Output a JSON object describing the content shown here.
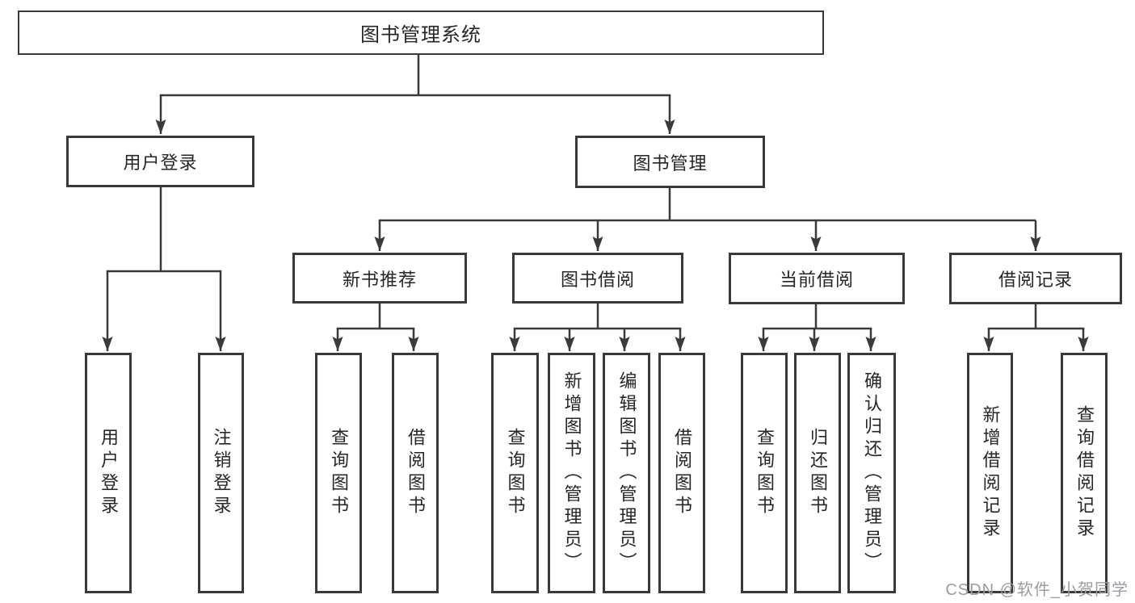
{
  "diagram_title": "图书管理系统",
  "tree": {
    "root": {
      "label": "图书管理系统",
      "children": [
        {
          "label": "用户登录",
          "children": [
            {
              "label": "用户登录"
            },
            {
              "label": "注销登录"
            }
          ]
        },
        {
          "label": "图书管理",
          "children": [
            {
              "label": "新书推荐",
              "children": [
                {
                  "label": "查询图书"
                },
                {
                  "label": "借阅图书"
                }
              ]
            },
            {
              "label": "图书借阅",
              "children": [
                {
                  "label": "查询图书"
                },
                {
                  "label": "新增图书（管理员）"
                },
                {
                  "label": "编辑图书（管理员）"
                },
                {
                  "label": "借阅图书"
                }
              ]
            },
            {
              "label": "当前借阅",
              "children": [
                {
                  "label": "查询图书"
                },
                {
                  "label": "归还图书"
                },
                {
                  "label": "确认归还（管理员）"
                }
              ]
            },
            {
              "label": "借阅记录",
              "children": [
                {
                  "label": "新增借阅记录"
                },
                {
                  "label": "查询借阅记录"
                }
              ]
            }
          ]
        }
      ]
    }
  },
  "watermark": {
    "text": "CSDN @软件_小贺同学"
  },
  "colors": {
    "line": "#3a3a3a",
    "text": "#262626",
    "box_background": "#ffffff",
    "page_background": "#ffffff",
    "watermark": "#9b9ca1"
  }
}
